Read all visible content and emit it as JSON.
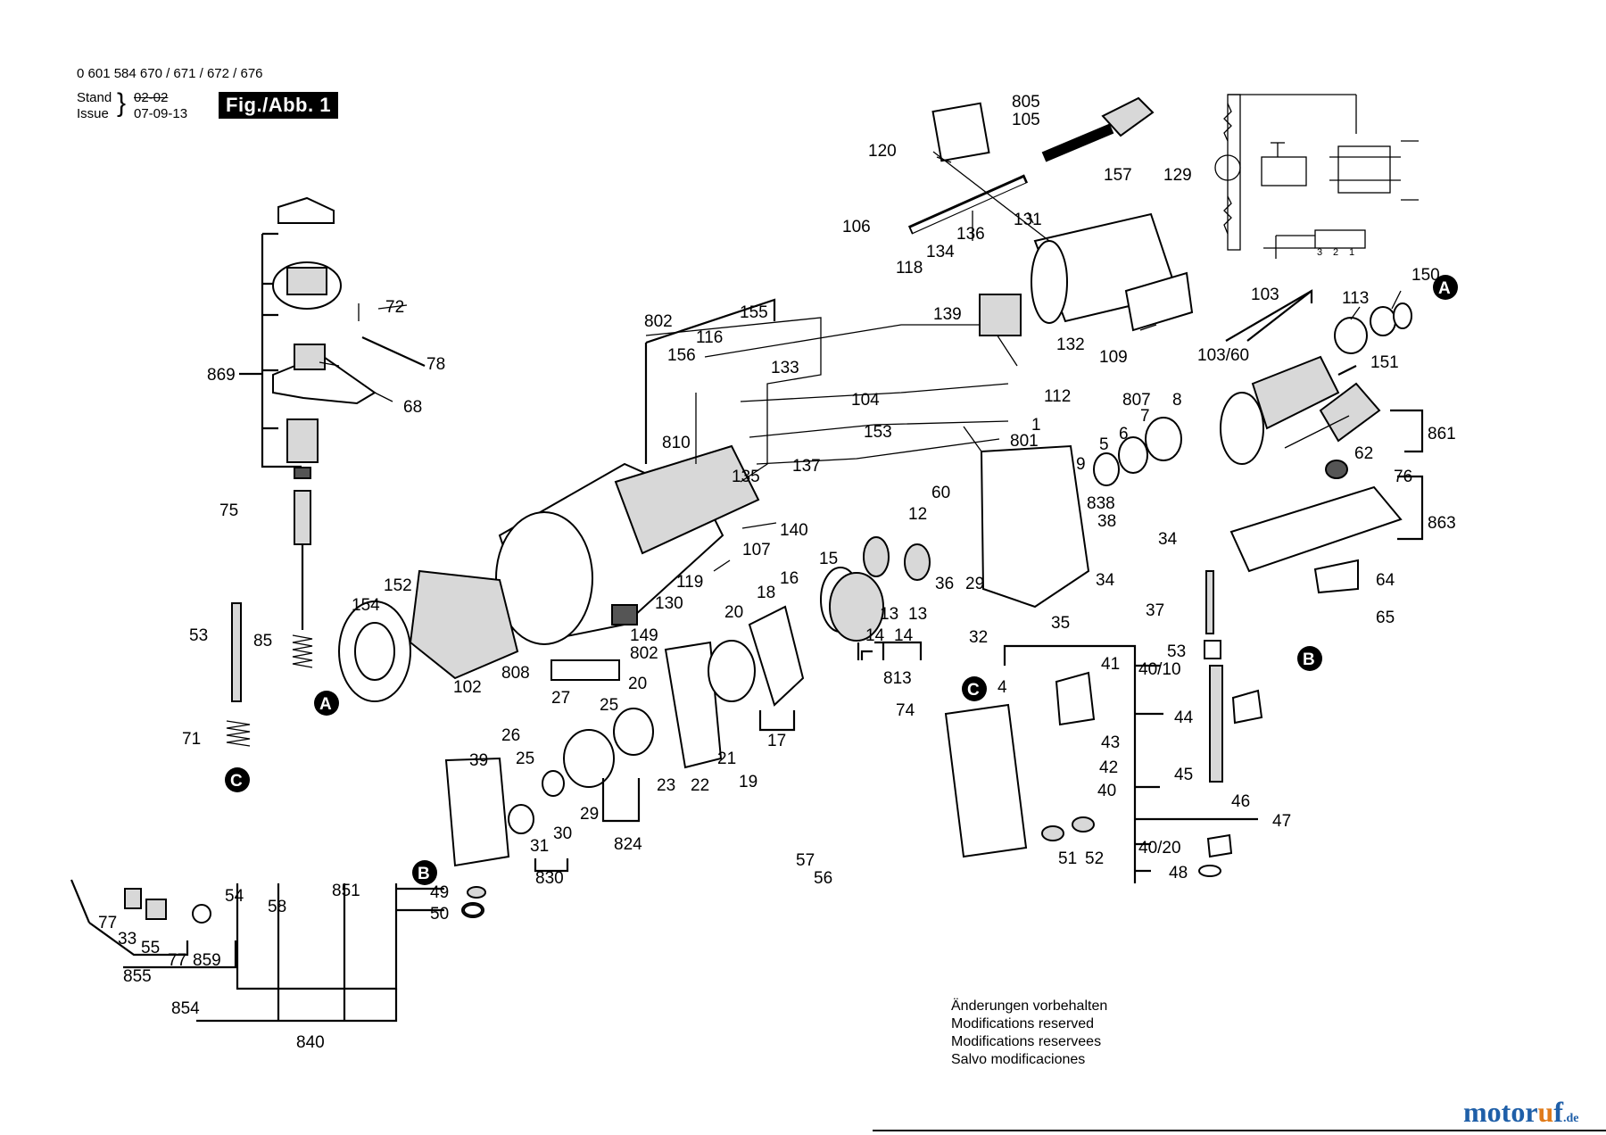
{
  "header": {
    "part_numbers": "0 601 584 670 / 671 / 672 / 676",
    "stand_label": "Stand",
    "issue_label": "Issue",
    "stand_old_date": "02-02",
    "issue_date": "07-09-13",
    "figure_badge": "Fig./Abb. 1"
  },
  "footer": {
    "notes": [
      "Änderungen vorbehalten",
      "Modifications reserved",
      "Modifications reservees",
      "Salvo modificaciones"
    ]
  },
  "brand": {
    "name_part1": "motor",
    "name_accent": "u",
    "name_part2": "f",
    "tld": ".de"
  },
  "callouts": {
    "c805": "805",
    "c105": "105",
    "c120": "120",
    "c157": "157",
    "c129": "129",
    "c106": "106",
    "c131": "131",
    "c136": "136",
    "c134": "134",
    "c118": "118",
    "c802a": "802",
    "c155": "155",
    "c116": "116",
    "c156": "156",
    "c133": "133",
    "c139": "139",
    "c132": "132",
    "c109": "109",
    "c103": "103",
    "c113": "113",
    "c150": "150",
    "c151": "151",
    "c103_60": "103/60",
    "c104": "104",
    "c112": "112",
    "c807": "807",
    "c8": "8",
    "c6": "6",
    "c7": "7",
    "c5": "5",
    "c9": "9",
    "c801": "801",
    "c1": "1",
    "c861": "861",
    "c62": "62",
    "c76": "76",
    "c810": "810",
    "c135": "135",
    "c137": "137",
    "c153": "153",
    "c838": "838",
    "c38": "38",
    "c863": "863",
    "c60": "60",
    "c12": "12",
    "c140": "140",
    "c107": "107",
    "c15": "15",
    "c34a": "34",
    "c34b": "34",
    "c36": "36",
    "c29a": "29",
    "c119": "119",
    "c18": "18",
    "c16": "16",
    "c37": "37",
    "c64": "64",
    "c152": "152",
    "c154": "154",
    "c130": "130",
    "c20a": "20",
    "c13a": "13",
    "c13b": "13",
    "c32": "32",
    "c35": "35",
    "c65": "65",
    "c149": "149",
    "c802b": "802",
    "c14a": "14",
    "c14b": "14",
    "c813": "813",
    "c53a": "53",
    "c53b": "53",
    "c85": "85",
    "c808": "808",
    "c40_10": "40/10",
    "c41": "41",
    "c102": "102",
    "c27": "27",
    "c25a": "25",
    "c20b": "20",
    "c4": "4",
    "c44": "44",
    "c74": "74",
    "c43": "43",
    "c71": "71",
    "c26": "26",
    "c25b": "25",
    "c21": "21",
    "c17": "17",
    "c42": "42",
    "c45": "45",
    "c39": "39",
    "c23": "23",
    "c22": "22",
    "c19": "19",
    "c40": "40",
    "c46": "46",
    "c47": "47",
    "c29b": "29",
    "c31": "31",
    "c30": "30",
    "c824": "824",
    "c51": "51",
    "c52": "52",
    "c57": "57",
    "c40_20": "40/20",
    "c56": "56",
    "c48": "48",
    "c830": "830",
    "c54": "54",
    "c49": "49",
    "c50": "50",
    "c77a": "77",
    "c33": "33",
    "c55": "55",
    "c77b": "77",
    "c859": "859",
    "c58": "58",
    "c851": "851",
    "c855": "855",
    "c854": "854",
    "c840": "840",
    "c869": "869",
    "c72": "72",
    "c78": "78",
    "c68": "68",
    "c75": "75"
  },
  "markers": {
    "a1": "A",
    "a2": "A",
    "b1": "B",
    "b2": "B",
    "c1": "C",
    "c2": "C"
  },
  "schematic": {
    "terminal_1": "3",
    "terminal_2": "2",
    "terminal_3": "1"
  }
}
